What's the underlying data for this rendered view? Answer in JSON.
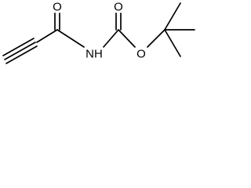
{
  "atoms": {
    "carbonyl_oxygen_left": "O",
    "amide_nitrogen": "NH",
    "carbonyl_oxygen_right": "O",
    "ester_oxygen": "O"
  }
}
